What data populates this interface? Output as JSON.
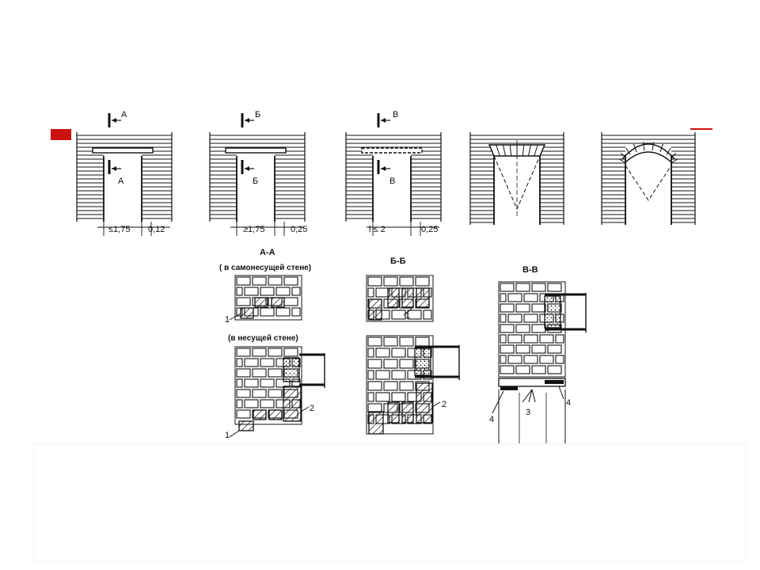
{
  "figure": {
    "panels": [
      {
        "id": "p1",
        "mark": "А",
        "dim_opening": "≤1,75",
        "dim_support": "0,12"
      },
      {
        "id": "p2",
        "mark": "Б",
        "dim_opening": "≥1,75",
        "dim_support": "0,25"
      },
      {
        "id": "p3",
        "mark": "В",
        "dim_opening": "l ≤ 2",
        "dim_support": "0,25"
      },
      {
        "id": "p4",
        "mark": ""
      },
      {
        "id": "p5",
        "mark": ""
      }
    ],
    "sections": {
      "aa": {
        "title": "А-А",
        "sub1": "( в самонесущей стене)",
        "sub2": "(в несущей стене)",
        "callout_1a": "1",
        "callout_1b": "1",
        "callout_2": "2"
      },
      "bb": {
        "title": "Б-Б",
        "callout_1": "1",
        "callout_2": "2"
      },
      "vv": {
        "title": "В-В",
        "callout_3": "3",
        "callout_4a": "4",
        "callout_4b": "4"
      }
    }
  },
  "colors": {
    "accent": "#cc1111",
    "ink": "#111111",
    "background": "#ffffff"
  }
}
